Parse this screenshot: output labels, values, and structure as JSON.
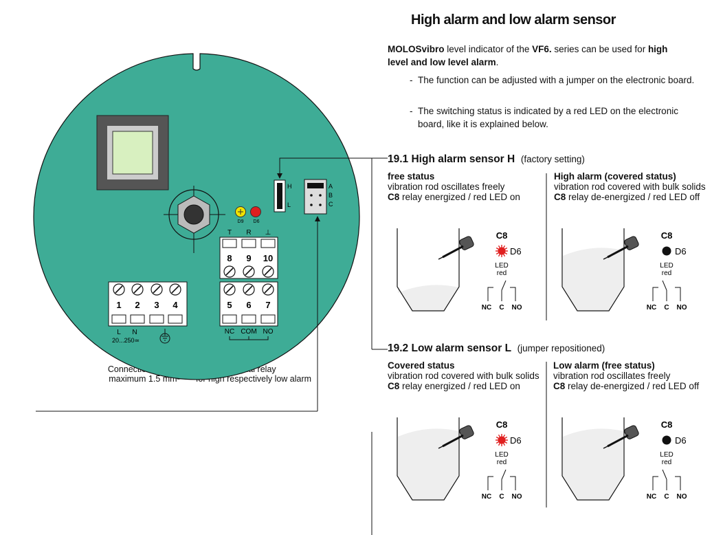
{
  "heading": "High alarm and low alarm sensor",
  "intro": {
    "brand": "MOLOSvibro",
    "text1": " level indicator of the ",
    "series": "VF6.",
    "text2": " series can be used for ",
    "usage": "high level and low level alarm",
    "end": "."
  },
  "bullets": [
    "The function can be adjusted with a jumper on the electronic board.",
    "The switching status is indicated by a red LED on the electronic board, like it is explained below."
  ],
  "board": {
    "jumper_labels": [
      "H",
      "L"
    ],
    "connector_labels": [
      "A",
      "B",
      "C"
    ],
    "led_labels": [
      "D9",
      "D6"
    ],
    "relay_top_labels": [
      "T",
      "R",
      "⊥"
    ],
    "relay_top_numbers": [
      "8",
      "9",
      "10"
    ],
    "relay_bottom_numbers": [
      "5",
      "6",
      "7"
    ],
    "relay_bottom_labels": [
      "NC",
      "COM",
      "NO"
    ],
    "power_numbers": [
      "1",
      "2",
      "3",
      "4"
    ],
    "power_labels": [
      "L",
      "N"
    ],
    "power_voltage": "20...250≃",
    "caption_left": [
      "Connection clamps",
      "maximum 1.5 mm²"
    ],
    "caption_right": [
      "Signal relay",
      "for high respectively low alarm"
    ]
  },
  "sections": [
    {
      "title": "19.1  High alarm sensor  H",
      "note": "(factory setting)",
      "columns": [
        {
          "heading": "free status",
          "desc": "vibration rod oscillates freely",
          "relay_bold": "C8",
          "relay_text": "  relay energized / red LED on",
          "relay_name": "C8",
          "led_name": "D6",
          "led_text": [
            "LED",
            "red"
          ],
          "contacts": [
            "NC",
            "C",
            "NO"
          ],
          "led_on": true,
          "fill_level": 0.3
        },
        {
          "heading": "High alarm  (covered status)",
          "desc": "vibration rod covered with bulk solids",
          "relay_bold": "C8",
          "relay_text": "  relay de-energized / red LED off",
          "relay_name": "C8",
          "led_name": "D6",
          "led_text": [
            "LED",
            "red"
          ],
          "contacts": [
            "NC",
            "C",
            "NO"
          ],
          "led_on": false,
          "fill_level": 0.75
        }
      ]
    },
    {
      "title": "19.2  Low alarm sensor  L",
      "note": "(jumper repositioned)",
      "columns": [
        {
          "heading": "Covered status",
          "desc": "vibration rod covered with bulk solids",
          "relay_bold": "C8",
          "relay_text": "  relay energized / red LED on",
          "relay_name": "C8",
          "led_name": "D6",
          "led_text": [
            "LED",
            "red"
          ],
          "contacts": [
            "NC",
            "C",
            "NO"
          ],
          "led_on": true,
          "fill_level": 0.85
        },
        {
          "heading": "Low alarm  (free status)",
          "desc": "vibration rod oscillates freely",
          "relay_bold": "C8",
          "relay_text": "  relay de-energized / red LED off",
          "relay_name": "C8",
          "led_name": "D6",
          "led_text": [
            "LED",
            "red"
          ],
          "contacts": [
            "NC",
            "C",
            "NO"
          ],
          "led_on": false,
          "fill_level": 0.85
        }
      ]
    }
  ],
  "colors": {
    "board": "#3eac96",
    "led_red": "#e02020",
    "led_yellow": "#f2e400",
    "window": "#d8f0c0",
    "bulk": "#eeeeee"
  }
}
